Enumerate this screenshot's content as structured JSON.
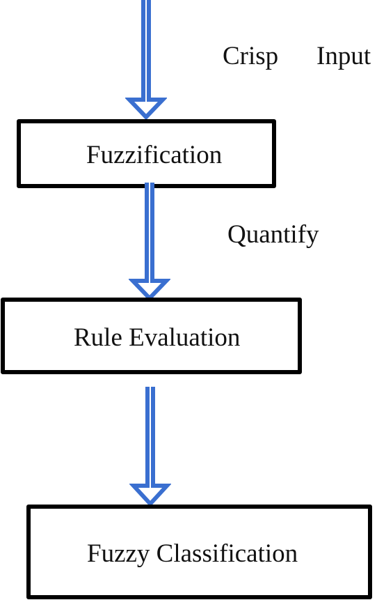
{
  "diagram": {
    "nodes": [
      {
        "id": "fuzzification",
        "label": "Fuzzification"
      },
      {
        "id": "rule-evaluation",
        "label": "Rule Evaluation"
      },
      {
        "id": "fuzzy-classification",
        "label": "Fuzzy Classification"
      }
    ],
    "edges": [
      {
        "from": "",
        "to": "fuzzification",
        "label_left": "Crisp",
        "label_right": "Input"
      },
      {
        "from": "fuzzification",
        "to": "rule-evaluation",
        "label": "Quantify"
      },
      {
        "from": "rule-evaluation",
        "to": "fuzzy-classification",
        "label": ""
      }
    ],
    "colors": {
      "arrow": "#3a6fd0",
      "box_border": "#000000",
      "text": "#111111"
    },
    "arrow_icon": "hollow-down-arrow-icon"
  }
}
